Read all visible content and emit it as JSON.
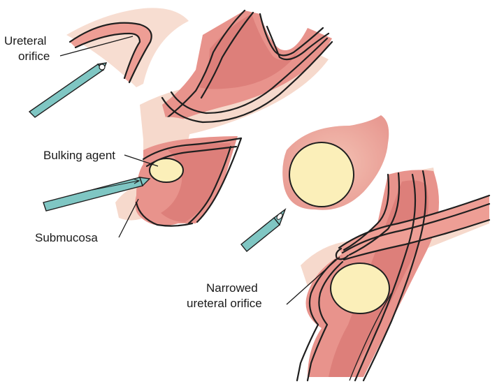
{
  "labels": {
    "ureteral_orifice_line1": "Ureteral",
    "ureteral_orifice_line2": "orifice",
    "bulking_agent": "Bulking agent",
    "submucosa": "Submucosa",
    "narrowed_line1": "Narrowed",
    "narrowed_line2": "ureteral orifice"
  },
  "colors": {
    "tissue_pale": "#f6d9cc",
    "tissue_light": "#f1bdb0",
    "tissue_mid": "#e99c94",
    "tissue_dark": "#dd7f7a",
    "bulking_agent_fill": "#fbefb9",
    "needle": "#7fc6c3",
    "outline": "#1f1f1f"
  }
}
